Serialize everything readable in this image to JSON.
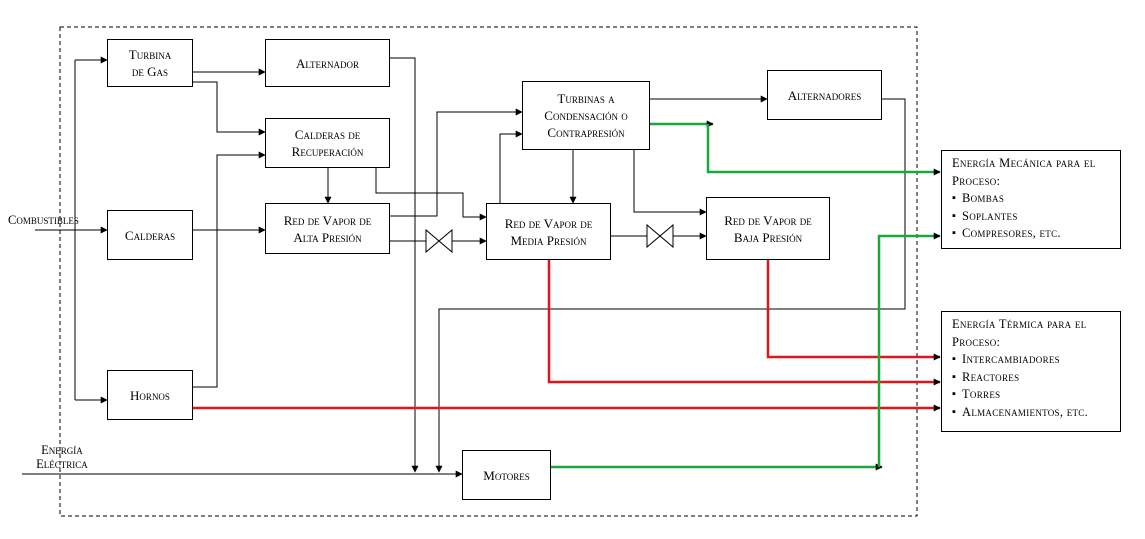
{
  "boxes": {
    "turbina_gas": [
      "Turbina",
      "de Gas"
    ],
    "alternador": "Alternador",
    "calderas_recuperacion": [
      "Calderas de",
      "Recuperación"
    ],
    "calderas": "Calderas",
    "red_alta": [
      "Red de Vapor de",
      "Alta Presión"
    ],
    "hornos": "Hornos",
    "turbinas_condensacion": [
      "Turbinas a",
      "Condensación o",
      "Contrapresión"
    ],
    "alternadores": "Alternadores",
    "red_media": [
      "Red de Vapor de",
      "Media Presión"
    ],
    "red_baja": [
      "Red de Vapor de",
      "Baja Presión"
    ],
    "motores": "Motores"
  },
  "inputs": {
    "combustibles": "Combustibles",
    "energia_electrica": [
      "Energía",
      "Eléctrica"
    ]
  },
  "outputs": {
    "mecanica": {
      "title": [
        "Energía Mecánica para el",
        "Proceso:"
      ],
      "items": [
        "Bombas",
        "Soplantes",
        "Compresores, etc."
      ]
    },
    "termica": {
      "title": [
        "Energía Térmica para el",
        "Proceso:"
      ],
      "items": [
        "Intercambiadores",
        "Reactores",
        "Torres",
        "Almacenamientos, etc."
      ]
    }
  },
  "colors": {
    "thermal_line": "#e0151b",
    "mechanical_line": "#1aa83a",
    "line": "#000000"
  }
}
